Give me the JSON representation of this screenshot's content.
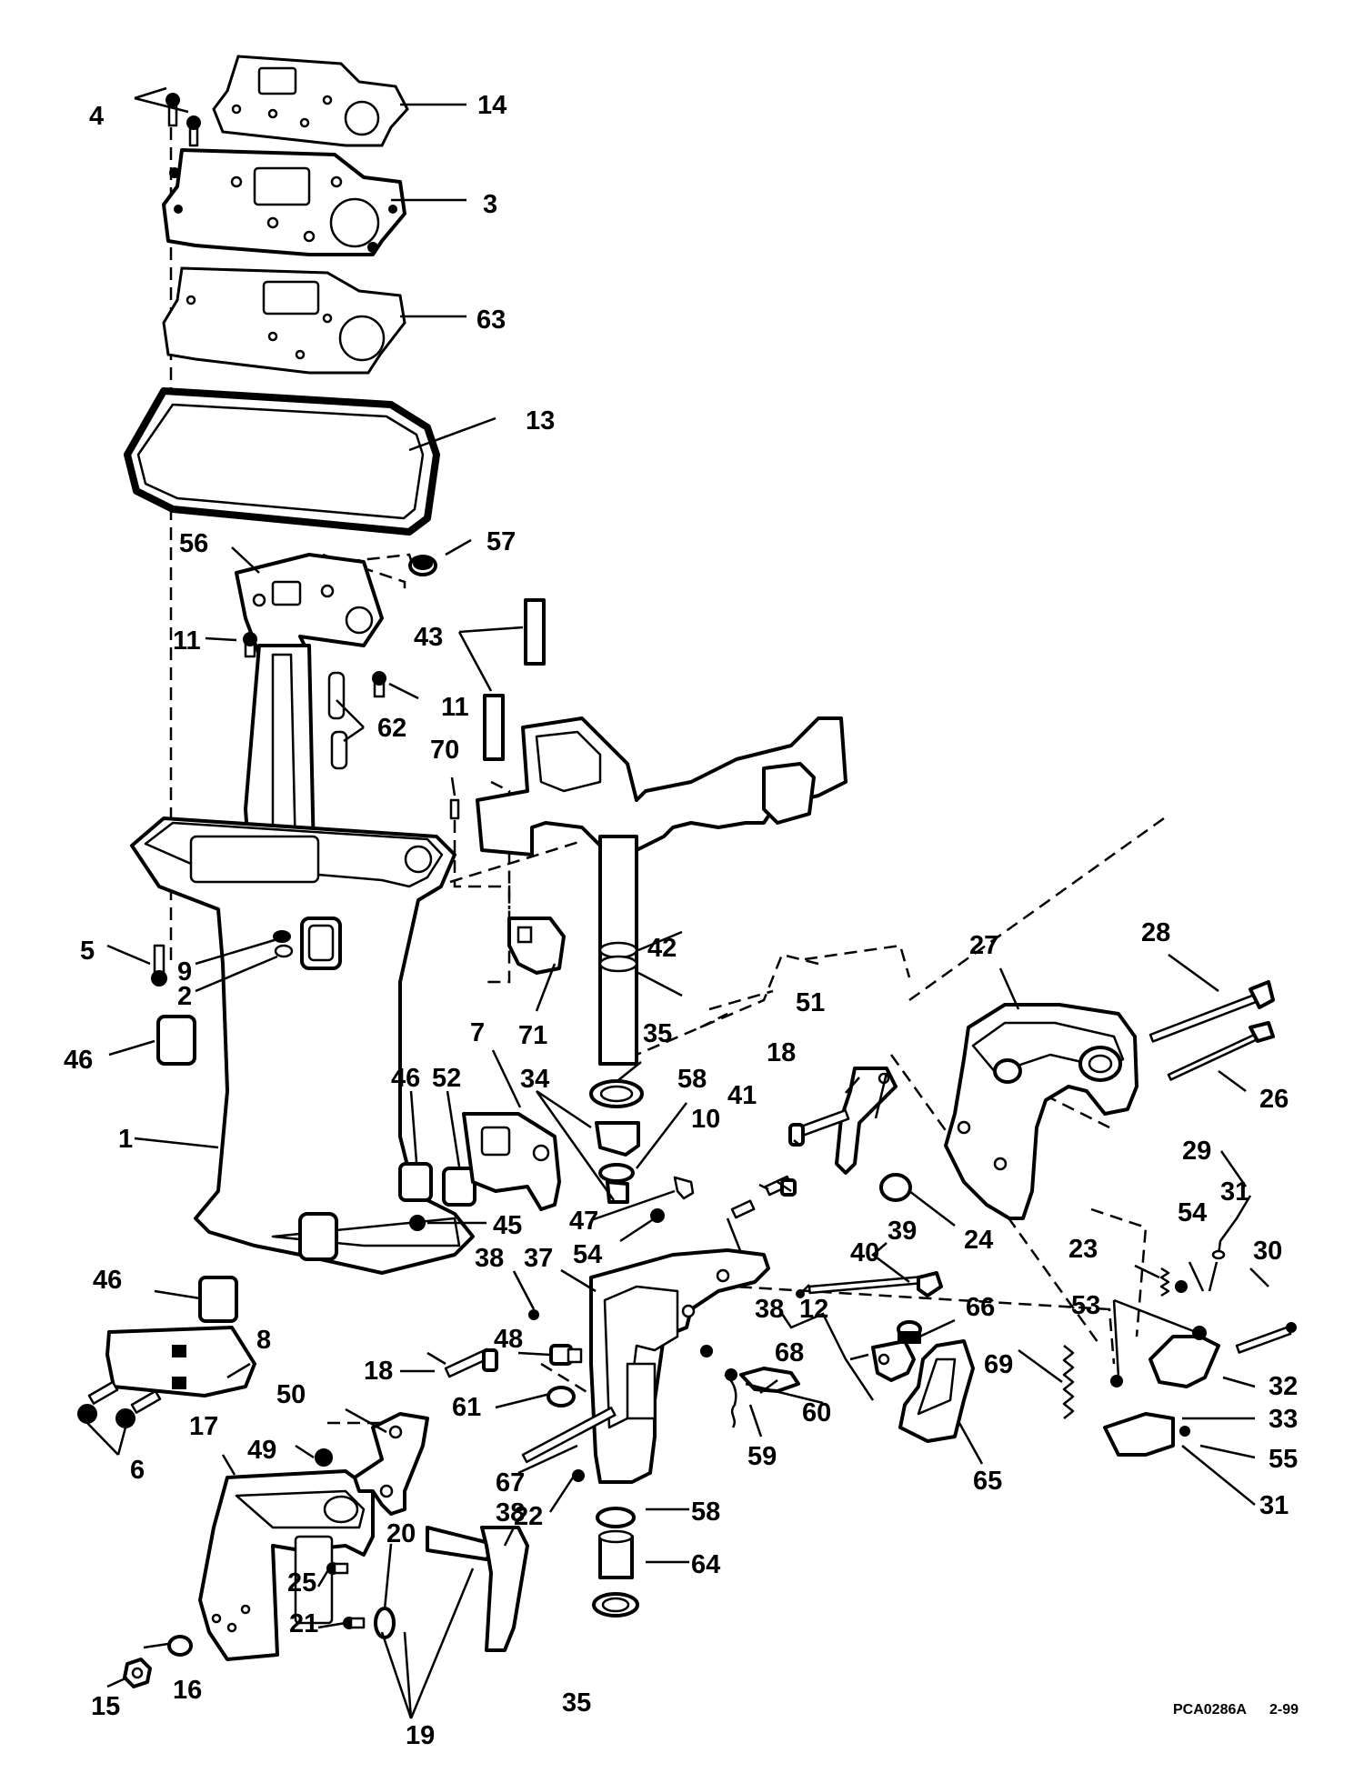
{
  "diagram": {
    "callouts": [
      {
        "id": "c1",
        "label": "1"
      },
      {
        "id": "c2",
        "label": "2"
      },
      {
        "id": "c3",
        "label": "3"
      },
      {
        "id": "c4",
        "label": "4"
      },
      {
        "id": "c5",
        "label": "5"
      },
      {
        "id": "c6",
        "label": "6"
      },
      {
        "id": "c7",
        "label": "7"
      },
      {
        "id": "c8",
        "label": "8"
      },
      {
        "id": "c9",
        "label": "9"
      },
      {
        "id": "c10",
        "label": "10"
      },
      {
        "id": "c11a",
        "label": "11"
      },
      {
        "id": "c11b",
        "label": "11"
      },
      {
        "id": "c12",
        "label": "12"
      },
      {
        "id": "c13",
        "label": "13"
      },
      {
        "id": "c14",
        "label": "14"
      },
      {
        "id": "c15",
        "label": "15"
      },
      {
        "id": "c16",
        "label": "16"
      },
      {
        "id": "c17",
        "label": "17"
      },
      {
        "id": "c18a",
        "label": "18"
      },
      {
        "id": "c18b",
        "label": "18"
      },
      {
        "id": "c19",
        "label": "19"
      },
      {
        "id": "c20",
        "label": "20"
      },
      {
        "id": "c21",
        "label": "21"
      },
      {
        "id": "c22",
        "label": "22"
      },
      {
        "id": "c23",
        "label": "23"
      },
      {
        "id": "c24",
        "label": "24"
      },
      {
        "id": "c25",
        "label": "25"
      },
      {
        "id": "c26",
        "label": "26"
      },
      {
        "id": "c27",
        "label": "27"
      },
      {
        "id": "c28",
        "label": "28"
      },
      {
        "id": "c29",
        "label": "29"
      },
      {
        "id": "c30",
        "label": "30"
      },
      {
        "id": "c31a",
        "label": "31"
      },
      {
        "id": "c31b",
        "label": "31"
      },
      {
        "id": "c32",
        "label": "32"
      },
      {
        "id": "c33",
        "label": "33"
      },
      {
        "id": "c34",
        "label": "34"
      },
      {
        "id": "c35a",
        "label": "35"
      },
      {
        "id": "c35b",
        "label": "35"
      },
      {
        "id": "c37",
        "label": "37"
      },
      {
        "id": "c38a",
        "label": "38"
      },
      {
        "id": "c38b",
        "label": "38"
      },
      {
        "id": "c38c",
        "label": "38"
      },
      {
        "id": "c39",
        "label": "39"
      },
      {
        "id": "c40",
        "label": "40"
      },
      {
        "id": "c41",
        "label": "41"
      },
      {
        "id": "c42",
        "label": "42"
      },
      {
        "id": "c43",
        "label": "43"
      },
      {
        "id": "c45",
        "label": "45"
      },
      {
        "id": "c46a",
        "label": "46"
      },
      {
        "id": "c46b",
        "label": "46"
      },
      {
        "id": "c46c",
        "label": "46"
      },
      {
        "id": "c47",
        "label": "47"
      },
      {
        "id": "c48",
        "label": "48"
      },
      {
        "id": "c49",
        "label": "49"
      },
      {
        "id": "c50",
        "label": "50"
      },
      {
        "id": "c51",
        "label": "51"
      },
      {
        "id": "c52",
        "label": "52"
      },
      {
        "id": "c53",
        "label": "53"
      },
      {
        "id": "c54a",
        "label": "54"
      },
      {
        "id": "c54b",
        "label": "54"
      },
      {
        "id": "c55",
        "label": "55"
      },
      {
        "id": "c56",
        "label": "56"
      },
      {
        "id": "c57",
        "label": "57"
      },
      {
        "id": "c58a",
        "label": "58"
      },
      {
        "id": "c58b",
        "label": "58"
      },
      {
        "id": "c59",
        "label": "59"
      },
      {
        "id": "c60",
        "label": "60"
      },
      {
        "id": "c61",
        "label": "61"
      },
      {
        "id": "c62",
        "label": "62"
      },
      {
        "id": "c63",
        "label": "63"
      },
      {
        "id": "c64",
        "label": "64"
      },
      {
        "id": "c65",
        "label": "65"
      },
      {
        "id": "c66",
        "label": "66"
      },
      {
        "id": "c67",
        "label": "67"
      },
      {
        "id": "c68",
        "label": "68"
      },
      {
        "id": "c69",
        "label": "69"
      },
      {
        "id": "c70",
        "label": "70"
      },
      {
        "id": "c71",
        "label": "71"
      }
    ],
    "footer": {
      "code": "PCA0286A",
      "date": "2-99"
    }
  }
}
